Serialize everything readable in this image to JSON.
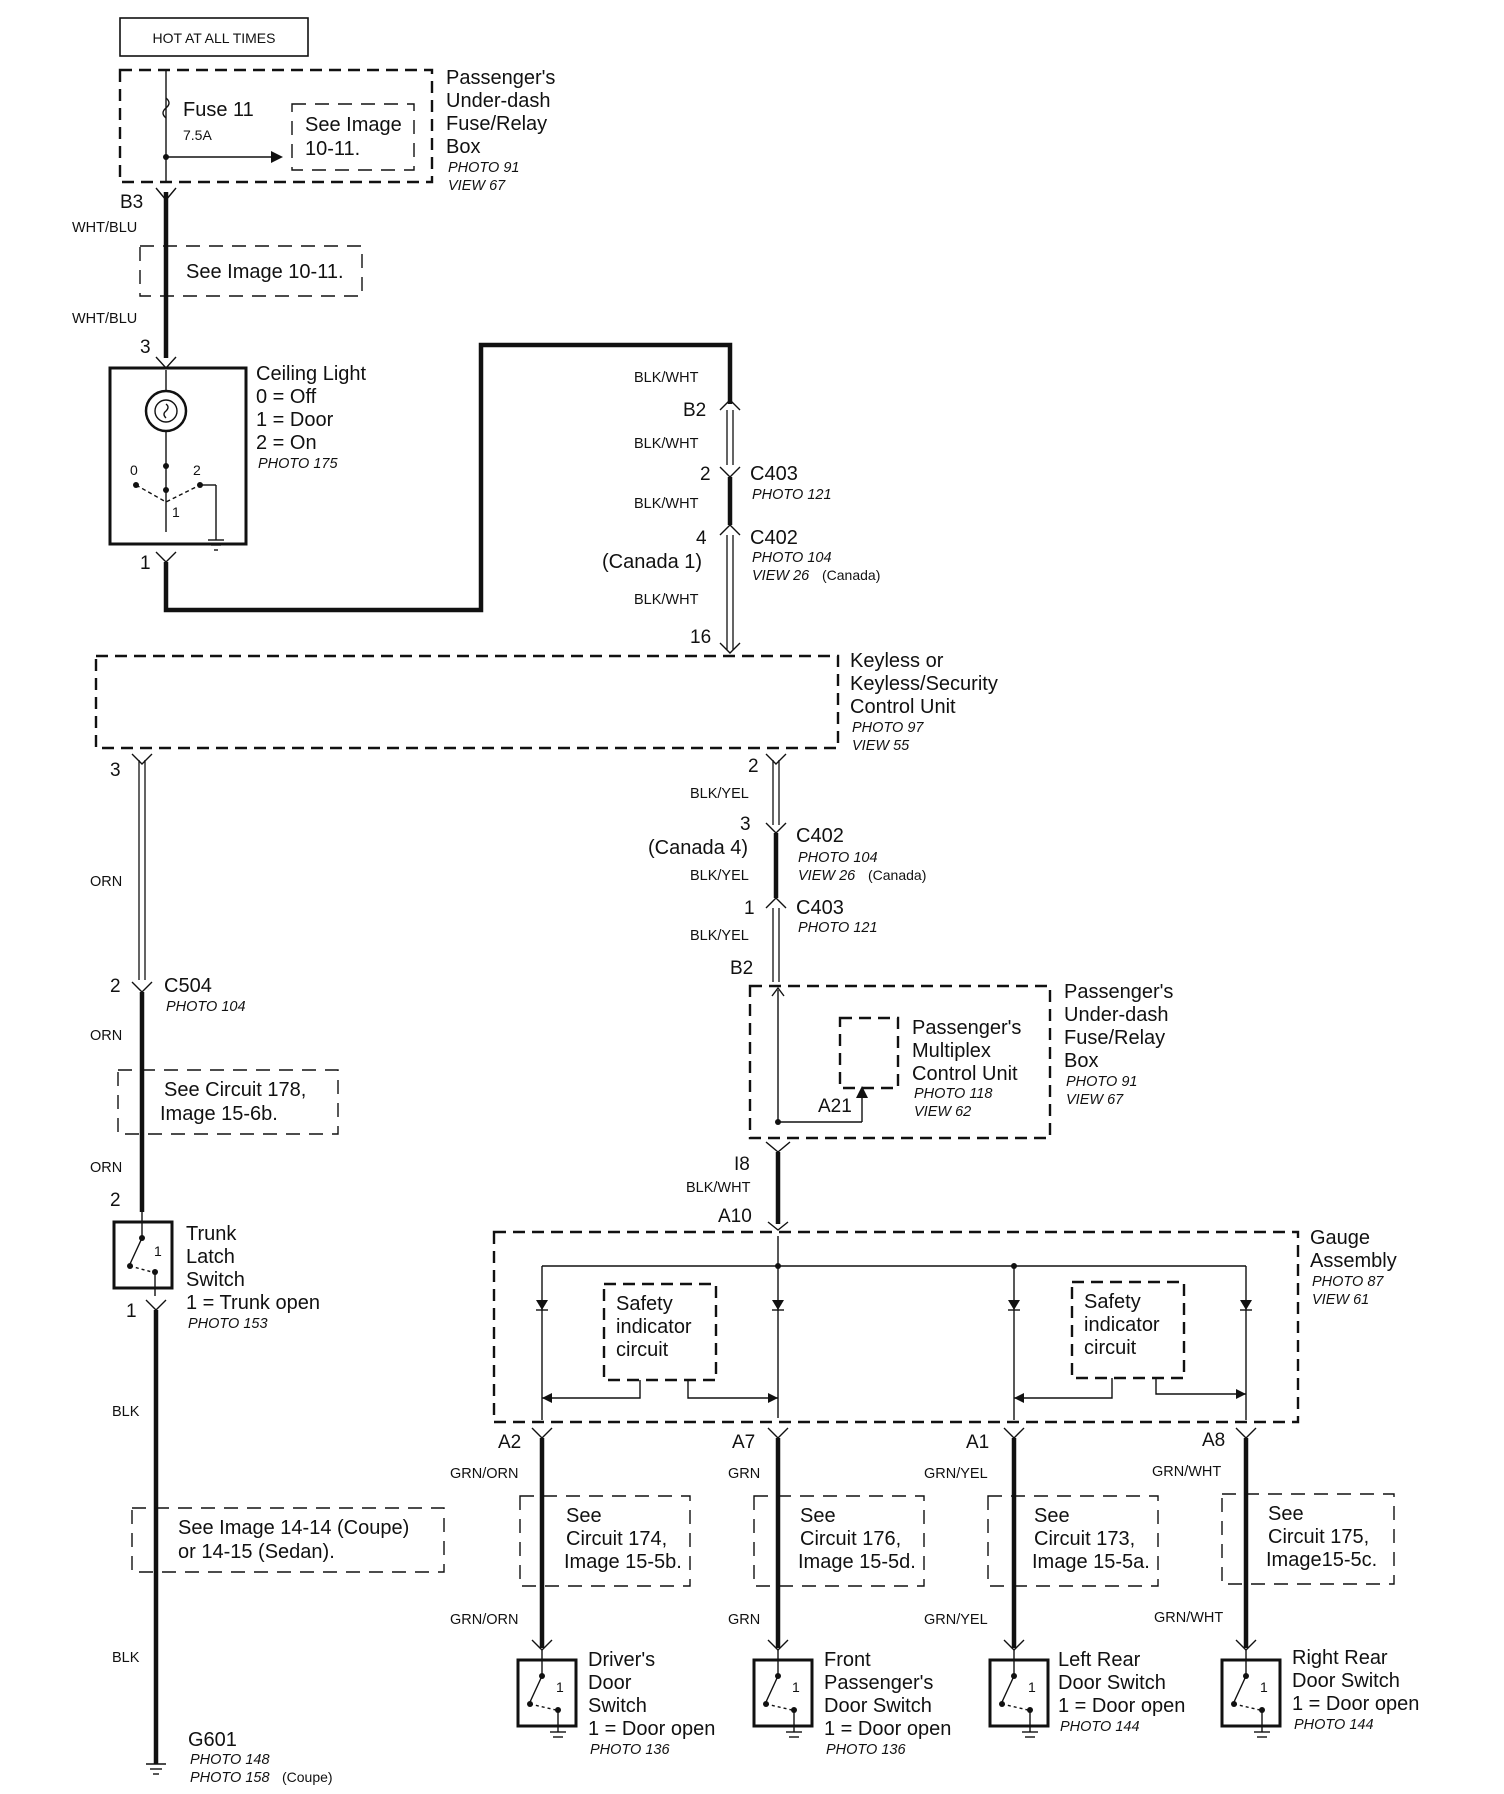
{
  "top": {
    "hot_label": "HOT AT ALL TIMES",
    "fuse_name": "Fuse 11",
    "fuse_rating": "7.5A",
    "see_image_inner_1": "See Image",
    "see_image_inner_2": "10-11.",
    "fuse_box_1": "Passenger's",
    "fuse_box_2": "Under-dash",
    "fuse_box_3": "Fuse/Relay",
    "fuse_box_4": "Box",
    "fuse_box_photo": "PHOTO 91",
    "fuse_box_view": "VIEW 67",
    "pin_b3": "B3",
    "wire_wht_blu": "WHT/BLU",
    "see_image_10_11": "See Image 10-11.",
    "wire_wht_blu_2": "WHT/BLU"
  },
  "ceiling": {
    "pin_3": "3",
    "pin_1": "1",
    "title": "Ceiling Light",
    "opt0": "0 = Off",
    "opt1": "1 = Door",
    "opt2": "2 = On",
    "photo": "PHOTO 175",
    "sw0": "0",
    "sw1": "1",
    "sw2": "2"
  },
  "right_chain": {
    "wire1": "BLK/WHT",
    "pin_b2": "B2",
    "wire2": "BLK/WHT",
    "pin_2": "2",
    "c403": "C403",
    "c403_photo": "PHOTO 121",
    "wire3": "BLK/WHT",
    "pin_4": "4",
    "canada1": "(Canada 1)",
    "c402": "C402",
    "c402_photo": "PHOTO 104",
    "c402_view": "VIEW 26",
    "c402_canada": "(Canada)",
    "wire4": "BLK/WHT",
    "pin_16": "16"
  },
  "keyless": {
    "l1": "Keyless or",
    "l2": "Keyless/Security",
    "l3": "Control Unit",
    "photo": "PHOTO 97",
    "view": "VIEW 55",
    "pin_3": "3",
    "pin_2": "2"
  },
  "left_chain": {
    "wire_orn": "ORN",
    "pin_2": "2",
    "c504": "C504",
    "c504_photo": "PHOTO 104",
    "wire_orn2": "ORN",
    "see_circuit_1": "See Circuit 178,",
    "see_circuit_2": "Image 15-6b.",
    "wire_orn3": "ORN",
    "pin_2b": "2",
    "trunk_1": "Trunk",
    "trunk_2": "Latch",
    "trunk_3": "Switch",
    "trunk_4": "1 = Trunk open",
    "trunk_photo": "PHOTO 153",
    "trunk_sw": "1",
    "pin_1": "1",
    "wire_blk": "BLK",
    "see_img_1": "See Image 14-14 (Coupe)",
    "see_img_2": "or 14-15 (Sedan).",
    "wire_blk2": "BLK",
    "g601": "G601",
    "g601_photo1": "PHOTO 148",
    "g601_photo2": "PHOTO 158",
    "g601_coupe": "(Coupe)"
  },
  "mid_chain": {
    "wire1": "BLK/YEL",
    "pin_3": "3",
    "canada4": "(Canada 4)",
    "c402": "C402",
    "c402_photo": "PHOTO 104",
    "c402_view": "VIEW 26",
    "c402_canada": "(Canada)",
    "wire2": "BLK/YEL",
    "pin_1": "1",
    "c403": "C403",
    "c403_photo": "PHOTO 121",
    "wire3": "BLK/YEL",
    "pin_b2": "B2"
  },
  "fusebox2": {
    "l1": "Passenger's",
    "l2": "Under-dash",
    "l3": "Fuse/Relay",
    "l4": "Box",
    "photo": "PHOTO 91",
    "view": "VIEW 67",
    "mpx1": "Passenger's",
    "mpx2": "Multiplex",
    "mpx3": "Control Unit",
    "mpx_photo": "PHOTO 118",
    "mpx_view": "VIEW 62",
    "pin_a21": "A21",
    "pin_i8": "I8",
    "wire": "BLK/WHT",
    "pin_a10": "A10"
  },
  "gauge": {
    "l1": "Gauge",
    "l2": "Assembly",
    "photo": "PHOTO 87",
    "view": "VIEW 61",
    "safety_1": "Safety",
    "safety_2": "indicator",
    "safety_3": "circuit"
  },
  "branches": [
    {
      "pin": "A2",
      "wire": "GRN/ORN",
      "see1": "See",
      "see2": "Circuit 174,",
      "see3": "Image 15-5b.",
      "wire2": "GRN/ORN",
      "sw1": "Driver's",
      "sw2": "Door",
      "sw3": "Switch",
      "sw4": "1 =  Door open",
      "photo": "PHOTO 136",
      "swnum": "1"
    },
    {
      "pin": "A7",
      "wire": "GRN",
      "see1": "See",
      "see2": "Circuit 176,",
      "see3": "Image 15-5d.",
      "wire2": "GRN",
      "sw1": "Front",
      "sw2": "Passenger's",
      "sw3": "Door Switch",
      "sw4": "1 =  Door open",
      "photo": "PHOTO 136",
      "swnum": "1"
    },
    {
      "pin": "A1",
      "wire": "GRN/YEL",
      "see1": "See",
      "see2": "Circuit 173,",
      "see3": "Image 15-5a.",
      "wire2": "GRN/YEL",
      "sw1": "Left Rear",
      "sw2": "Door Switch",
      "sw3": "1 =  Door open",
      "sw4": "",
      "photo": "PHOTO 144",
      "swnum": "1"
    },
    {
      "pin": "A8",
      "wire": "GRN/WHT",
      "see1": "See",
      "see2": "Circuit 175,",
      "see3": "Image15-5c.",
      "wire2": "GRN/WHT",
      "sw1": "Right Rear",
      "sw2": "Door Switch",
      "sw3": "1 = Door open",
      "sw4": "",
      "photo": "PHOTO 144",
      "swnum": "1"
    }
  ]
}
